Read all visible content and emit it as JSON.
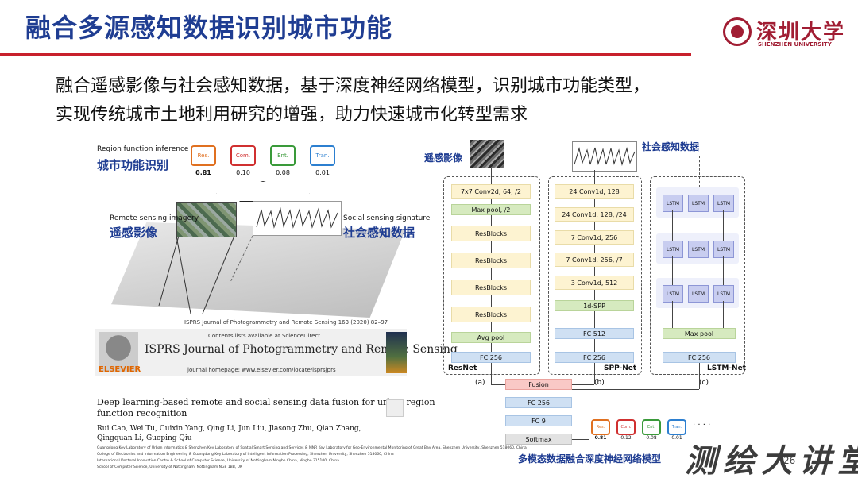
{
  "slide": {
    "title": "融合多源感知数据识别城市功能",
    "page_number": "26",
    "colors": {
      "title": "#1f3d92",
      "accent_line": "#c8202c",
      "logo": "#a11d33"
    }
  },
  "logo": {
    "name_cn": "深圳大学",
    "name_en": "SHENZHEN UNIVERSITY"
  },
  "intro": {
    "line1": "融合遥感影像与社会感知数据，基于深度神经网络模型，识别城市功能类型，",
    "line2": "实现传统城市土地利用研究的增强，助力快速城市化转型需求"
  },
  "left_figure": {
    "inference_en": "Region function inference",
    "inference_cn": "城市功能识别",
    "tags": [
      {
        "label": "Res.",
        "value": "0.81",
        "color": "#e07020"
      },
      {
        "label": "Com.",
        "value": "0.10",
        "color": "#d03030"
      },
      {
        "label": "Ent.",
        "value": "0.08",
        "color": "#3a9a3a"
      },
      {
        "label": "Tran.",
        "value": "0.01",
        "color": "#2c7fd0"
      }
    ],
    "rs_en": "Remote sensing imagery",
    "rs_cn": "遥感影像",
    "ss_en": "Social sensing signature",
    "ss_cn": "社会感知数据"
  },
  "paper": {
    "citation": "ISPRS Journal of Photogrammetry and Remote Sensing 163 (2020) 82–97",
    "contents": "Contents lists available at ScienceDirect",
    "journal": "ISPRS Journal of Photogrammetry and Remote Sensing",
    "homepage": "journal homepage: www.elsevier.com/locate/isprsjprs",
    "publisher": "ELSEVIER",
    "title_line1": "Deep learning-based remote and social sensing data fusion for urban region",
    "title_line2": "function recognition",
    "authors_line1": "Rui Cao, Wei Tu, Cuixin Yang, Qing Li, Jun Liu, Jiasong Zhu, Qian Zhang,",
    "authors_line2": "Qingquan Li, Guoping Qiu",
    "affiliations": [
      "Guangdong Key Laboratory of Urban Informatics & Shenzhen Key Laboratory of Spatial Smart Sensing and Services & MNR Key Laboratory for Geo-Environmental Monitoring of Great Bay Area, Shenzhen University, Shenzhen 518060, China",
      "College of Electronics and Information Engineering & Guangdong Key Laboratory of Intelligent Information Processing, Shenzhen University, Shenzhen 518060, China",
      "International Doctoral Innovation Centre & School of Computer Science, University of Nottingham Ningbo China, Ningbo 315100, China",
      "School of Computer Science, University of Nottingham, Nottingham NG8 1BB, UK"
    ]
  },
  "network": {
    "rs_label": "遥感影像",
    "ss_label": "社会感知数据",
    "resnet": {
      "name": "ResNet",
      "marker": "(a)",
      "blocks": [
        "7x7 Conv2d, 64, /2",
        "Max pool, /2",
        "ResBlocks",
        "ResBlocks",
        "ResBlocks",
        "ResBlocks",
        "Avg pool",
        "FC 256"
      ]
    },
    "spp": {
      "name": "SPP-Net",
      "marker": "(b)",
      "blocks": [
        "24 Conv1d, 128",
        "24 Conv1d, 128, /24",
        "7 Conv1d, 256",
        "7 Conv1d, 256, /7",
        "3 Conv1d, 512",
        "1d-SPP",
        "FC 512",
        "FC 256"
      ]
    },
    "lstm": {
      "name": "LSTM-Net",
      "marker": "(c)",
      "cell": "LSTM",
      "blocks": [
        "Max pool",
        "FC 256"
      ]
    },
    "fusion": [
      "Fusion",
      "FC 256",
      "FC 9",
      "Softmax"
    ],
    "out_tags": [
      {
        "label": "Res.",
        "value": "0.81",
        "color": "#e07020"
      },
      {
        "label": "Com.",
        "value": "0.12",
        "color": "#d03030"
      },
      {
        "label": "Ent.",
        "value": "0.08",
        "color": "#3a9a3a"
      },
      {
        "label": "Tran.",
        "value": "0.01",
        "color": "#2c7fd0"
      }
    ],
    "ellipsis": "· · · ·",
    "caption": "多模态数据融合深度神经网络模型"
  },
  "watermark": "测绘大讲堂"
}
